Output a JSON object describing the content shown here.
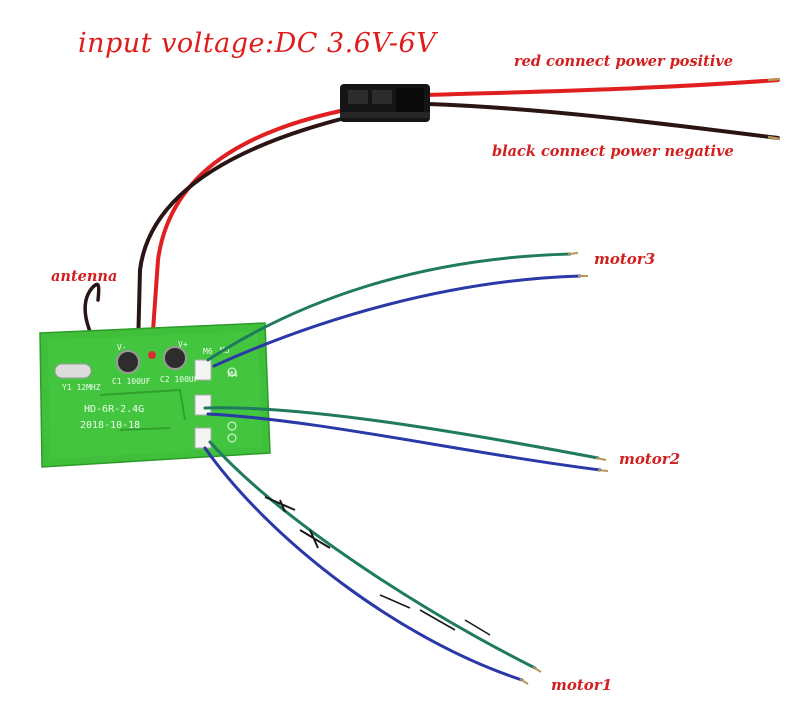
{
  "labels": {
    "title": "input voltage:DC 3.6V-6V",
    "red_note": "red connect power positive",
    "black_note": "black connect power negative",
    "antenna": "antenna",
    "motor3": "motor3",
    "motor2": "motor2",
    "motor1": "motor1"
  },
  "board": {
    "model": "HD-6R-2.4G",
    "date": "2018-10-18",
    "crystal": "Y1 12MHZ",
    "cap1": "C1 100UF",
    "cap2": "C2 100UF",
    "v_minus": "V-",
    "v_plus": "V+",
    "m6": "M6",
    "m5": "M5",
    "m4": "M4"
  },
  "colors": {
    "pcb": "#3fbf3a",
    "wire_red": "#e02020",
    "wire_black": "#2a1414",
    "wire_green": "#1f7a5e",
    "wire_blue": "#2a38a8",
    "text_red": "#d21f1f"
  }
}
